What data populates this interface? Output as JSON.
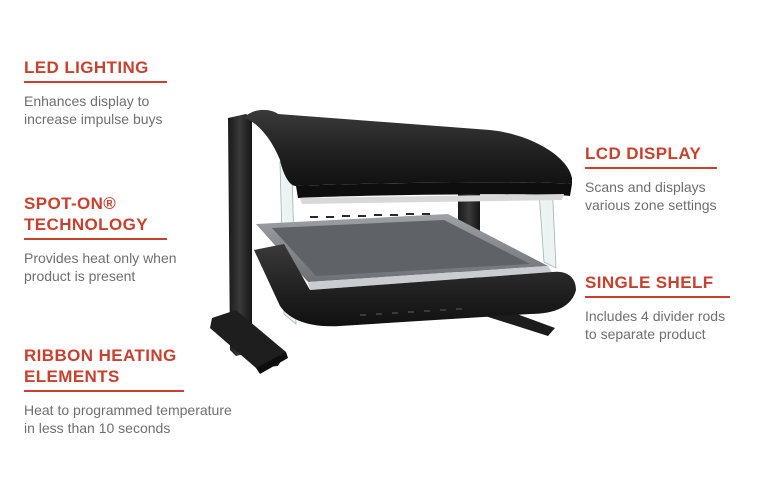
{
  "features": {
    "led": {
      "title": "LED LIGHTING",
      "description": "Enhances display to\nincrease impulse buys"
    },
    "spot_on": {
      "title": "SPOT-ON®\nTECHNOLOGY",
      "description": "Provides heat only when\nproduct is present"
    },
    "ribbon": {
      "title": "RIBBON HEATING\nELEMENTS",
      "description": "Heat to programmed temperature\nin less than 10 seconds"
    },
    "lcd": {
      "title": "LCD DISPLAY",
      "description": "Scans and displays\nvarious zone settings"
    },
    "shelf": {
      "title": "SINGLE SHELF",
      "description": "Includes 4 divider rods\nto separate product"
    }
  },
  "colors": {
    "accent": "#c8412e",
    "body_text": "#6f6f6f",
    "unit_black": "#2a2a2a",
    "steel": "#b9bcc0"
  },
  "product_image": {
    "icon": "heated-display-merchandiser-icon"
  }
}
